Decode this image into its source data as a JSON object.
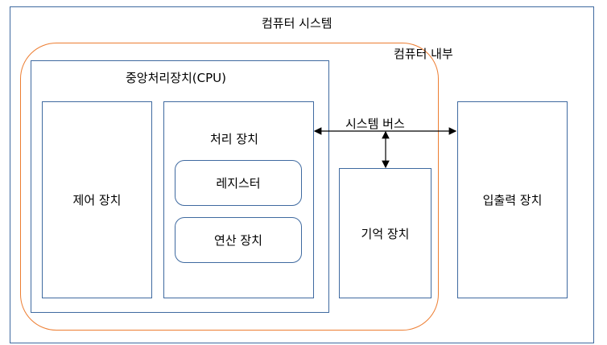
{
  "colors": {
    "box_border": "#3f6aa0",
    "internal_border": "#ed7d31",
    "arrow": "#000000",
    "text": "#000000"
  },
  "diagram": {
    "system_title": "컴퓨터 시스템",
    "internal_title": "컴퓨터 내부",
    "cpu_title": "중앙처리장치(CPU)",
    "control_unit": "제어 장치",
    "processing_unit": "처리 장치",
    "register": "레지스터",
    "alu": "연산 장치",
    "system_bus": "시스템 버스",
    "memory": "기억 장치",
    "io": "입출력 장치"
  }
}
